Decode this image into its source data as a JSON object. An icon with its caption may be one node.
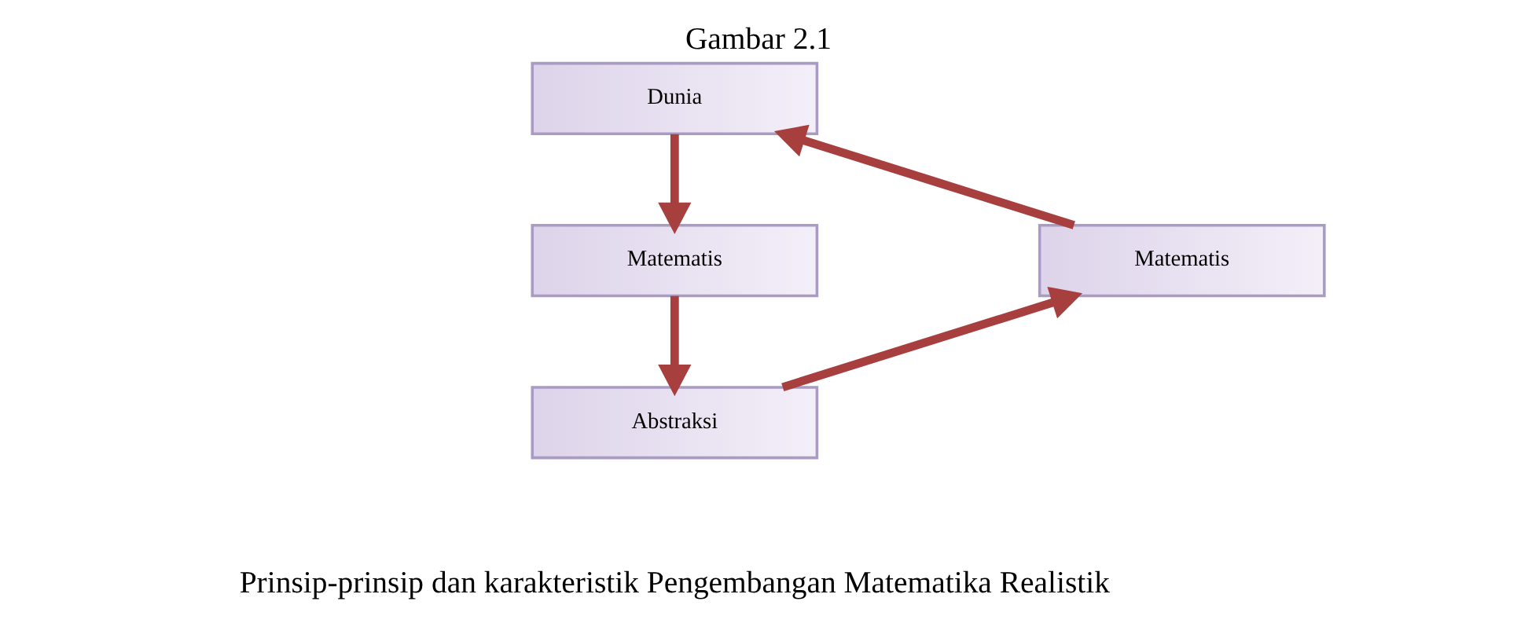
{
  "diagram": {
    "title": "Gambar 2.1",
    "caption": "Prinsip-prinsip dan karakteristik Pengembangan Matematika Realistik",
    "nodes": [
      {
        "text": [
          "Dunia"
        ]
      },
      {
        "text": [
          "Matematis"
        ]
      },
      {
        "text": [
          "Abstraksi"
        ]
      },
      {
        "text": [
          "Matematis"
        ]
      }
    ],
    "edges": [
      {
        "from": 0,
        "to": 1,
        "arrow": "to"
      },
      {
        "from": 1,
        "to": 2,
        "arrow": "to"
      },
      {
        "from": 2,
        "to": 3,
        "arrow": "to"
      },
      {
        "from": 3,
        "to": 0,
        "arrow": "to"
      }
    ]
  }
}
